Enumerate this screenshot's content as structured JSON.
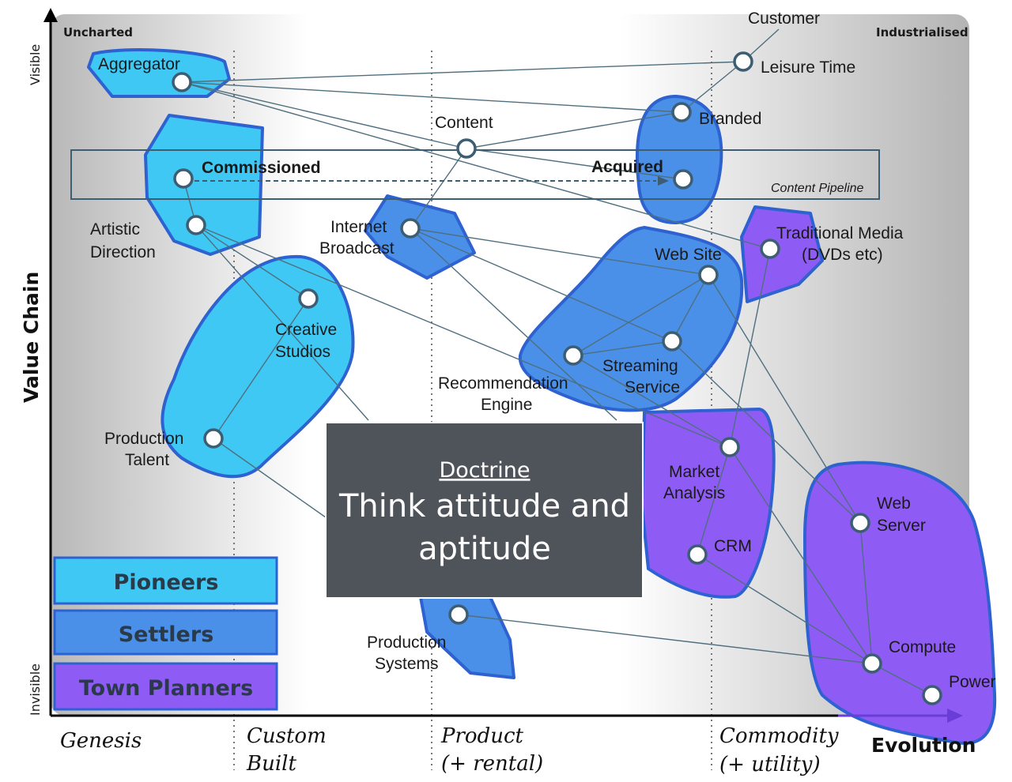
{
  "axes": {
    "y_title": "Value Chain",
    "x_title": "Evolution",
    "top": "Visible",
    "bottom": "Invisible",
    "top_left": "Uncharted",
    "top_right": "Industrialised"
  },
  "stages": {
    "genesis": "Genesis",
    "custom_1": "Custom",
    "custom_2": "Built",
    "product_1": "Product",
    "product_2": "(+ rental)",
    "commodity_1": "Commodity",
    "commodity_2": "(+ utility)"
  },
  "pipeline": {
    "label": "Content Pipeline",
    "left": "Commissioned",
    "right": "Acquired"
  },
  "nodes": {
    "customer": "Customer",
    "leisure": "Leisure Time",
    "aggregator": "Aggregator",
    "branded": "Branded",
    "content": "Content",
    "artistic_1": "Artistic",
    "artistic_2": "Direction",
    "internet_1": "Internet",
    "internet_2": "Broadcast",
    "traditional_1": "Traditional Media",
    "traditional_2": "(DVDs etc)",
    "website": "Web Site",
    "creative_1": "Creative",
    "creative_2": "Studios",
    "streaming_1": "Streaming",
    "streaming_2": "Service",
    "reco_1": "Recommendation",
    "reco_2": "Engine",
    "talent_1": "Production",
    "talent_2": "Talent",
    "market_1": "Market",
    "market_2": "Analysis",
    "webserver_1": "Web",
    "webserver_2": "Server",
    "crm": "CRM",
    "prodsys_1": "Production",
    "prodsys_2": "Systems",
    "compute": "Compute",
    "power": "Power"
  },
  "legend": {
    "pioneers": "Pioneers",
    "settlers": "Settlers",
    "town_planners": "Town Planners"
  },
  "doctrine": {
    "title": "Doctrine",
    "line1": "Think attitude and",
    "line2": "aptitude"
  },
  "colors": {
    "pioneers": "#40C8F4",
    "settlers": "#4A90E8",
    "town_planners": "#8E5CF4",
    "outline": "#2E62D0",
    "doctrine_bg": "#4F535A"
  }
}
